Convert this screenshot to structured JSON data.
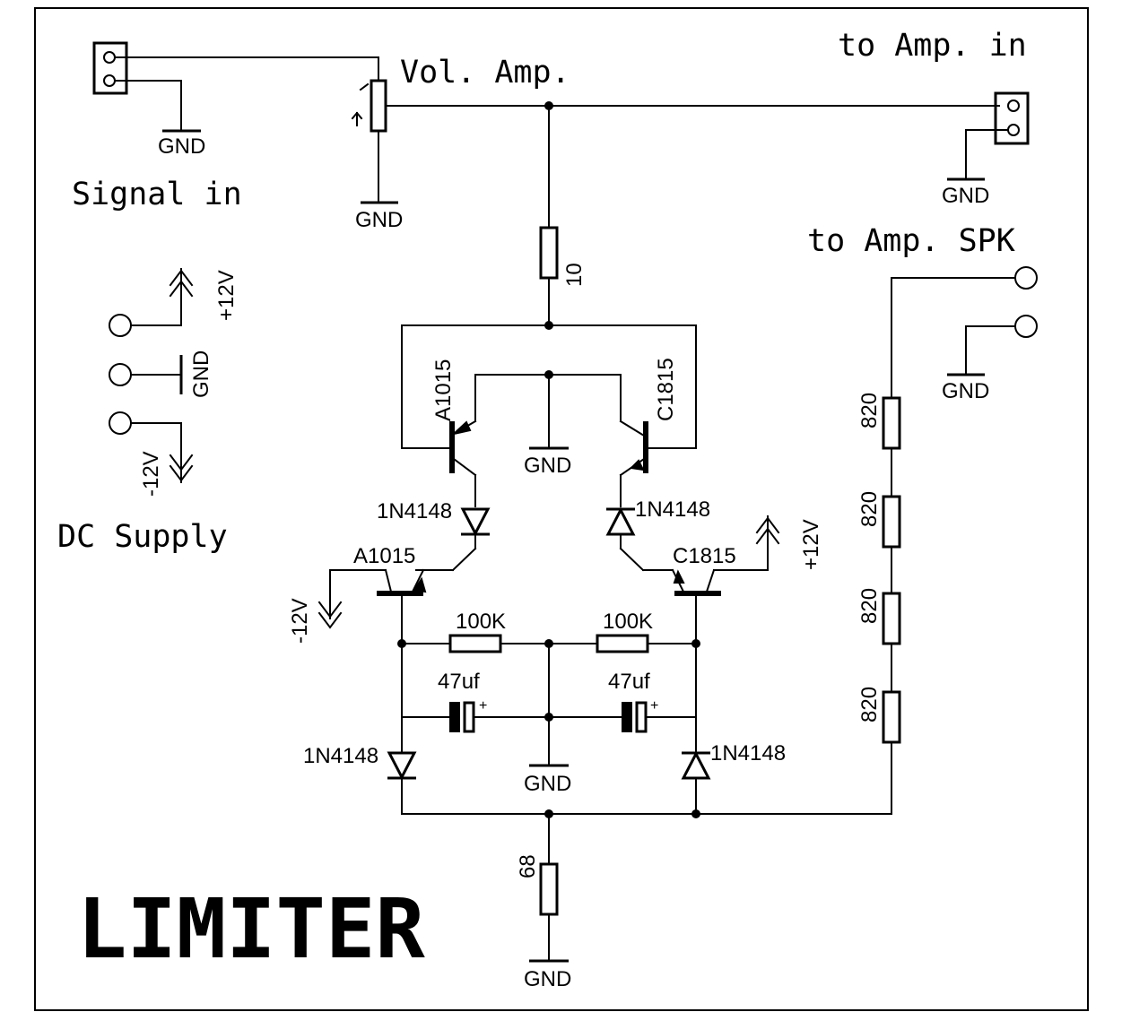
{
  "title": "LIMITER",
  "labels": {
    "signal_in": "Signal in",
    "vol_amp": "Vol. Amp.",
    "to_amp_in": "to Amp. in",
    "to_amp_spk": "to Amp. SPK",
    "dc_supply": "DC Supply",
    "gnd": "GND",
    "plus12v": "+12V",
    "minus12v": "-12V"
  },
  "components": {
    "r_series": "10",
    "r_bottom": "68",
    "r_left_100k": "100K",
    "r_right_100k": "100K",
    "r_chain": [
      "820",
      "820",
      "820",
      "820"
    ],
    "cap_left": "47uf",
    "cap_right": "47uf",
    "q_top_left": "A1015",
    "q_top_right": "C1815",
    "q_bottom_left": "A1015",
    "q_bottom_right": "C1815",
    "d_top_left": "1N4148",
    "d_top_right": "1N4148",
    "d_bottom_left": "1N4148",
    "d_bottom_right": "1N4148",
    "cap_polarity": "+"
  }
}
